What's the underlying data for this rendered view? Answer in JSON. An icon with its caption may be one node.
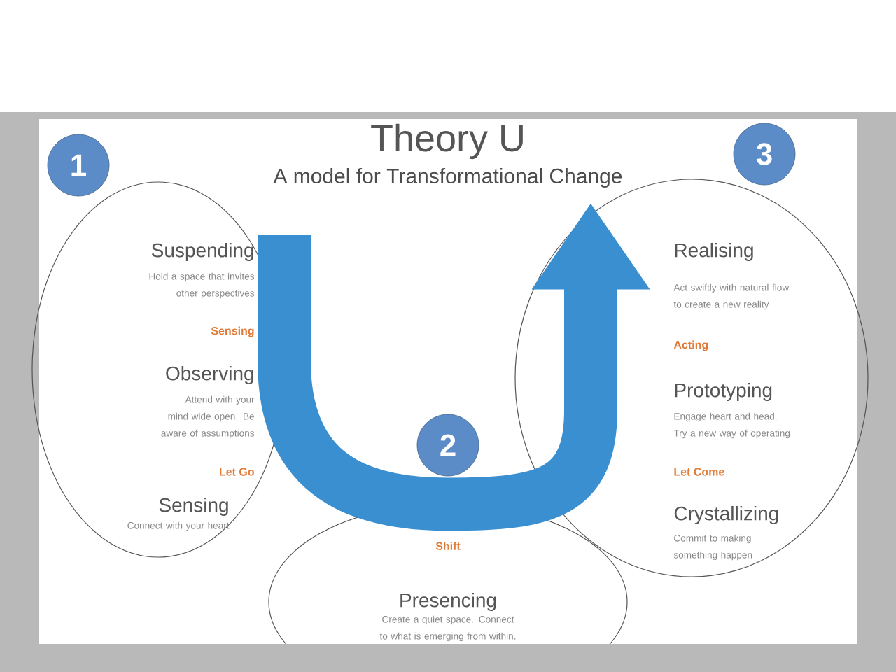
{
  "diagram": {
    "title": "Theory U",
    "caption": "A model for Transformational Change",
    "nodes": [
      {
        "text": [
          "1"
        ]
      },
      {
        "text": [
          "3"
        ]
      },
      {
        "text": [
          "Suspending",
          "Hold a space that invites other perspectives",
          "Sensing",
          "Observing",
          "Attend with your mind wide open. Be aware of assumptions",
          "Let Go",
          "Sensing",
          "Connect with your heart"
        ]
      },
      {
        "text": [
          "Realising",
          "Act swiftly with natural flow to create a new reality",
          "Acting",
          "Prototyping",
          "Engage heart and head. Try a new way of operating",
          "Let Come",
          "Crystallizing",
          "Commit to making something happen"
        ]
      },
      {
        "text": [
          "2"
        ]
      },
      {
        "text": [
          "Shift",
          "Presencing",
          "Create a quiet space. Connect to what is emerging from within."
        ]
      }
    ],
    "edges": [
      {
        "from": 2,
        "to": 3,
        "arrow": "to"
      }
    ]
  }
}
